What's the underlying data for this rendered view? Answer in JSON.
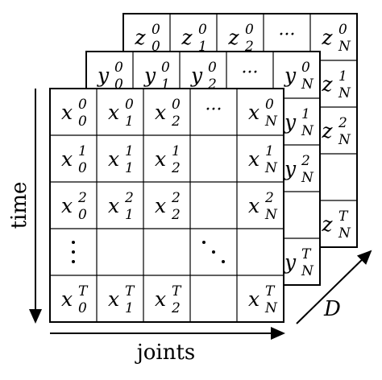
{
  "diagram": {
    "axes": {
      "time_label": "time",
      "joints_label": "joints",
      "depth_label": "D"
    },
    "layers": [
      {
        "name": "z",
        "columns": [
          "0",
          "1",
          "2",
          "dots",
          "N"
        ],
        "rows": [
          [
            "0",
            "0",
            "0",
            "dots",
            "0"
          ],
          [
            "",
            "",
            "",
            "",
            "1"
          ],
          [
            "",
            "",
            "",
            "",
            "2"
          ],
          [
            "",
            "",
            "",
            "",
            ""
          ],
          [
            "",
            "",
            "",
            "",
            "T"
          ]
        ]
      },
      {
        "name": "y",
        "columns": [
          "0",
          "1",
          "2",
          "dots",
          "N"
        ],
        "rows": [
          [
            "0",
            "0",
            "0",
            "dots",
            "0"
          ],
          [
            "",
            "",
            "",
            "",
            "1"
          ],
          [
            "",
            "",
            "",
            "",
            "2"
          ],
          [
            "",
            "",
            "",
            "",
            ""
          ],
          [
            "",
            "",
            "",
            "",
            "T"
          ]
        ]
      },
      {
        "name": "x",
        "columns": [
          "0",
          "1",
          "2",
          "",
          "N"
        ],
        "rows": [
          [
            "0",
            "0",
            "0",
            "dots",
            "0"
          ],
          [
            "1",
            "1",
            "1",
            "",
            "1"
          ],
          [
            "2",
            "2",
            "2",
            "",
            "2"
          ],
          [
            "vdots",
            "",
            "",
            "ddots",
            ""
          ],
          [
            "T",
            "T",
            "T",
            "",
            "T"
          ]
        ]
      }
    ]
  }
}
